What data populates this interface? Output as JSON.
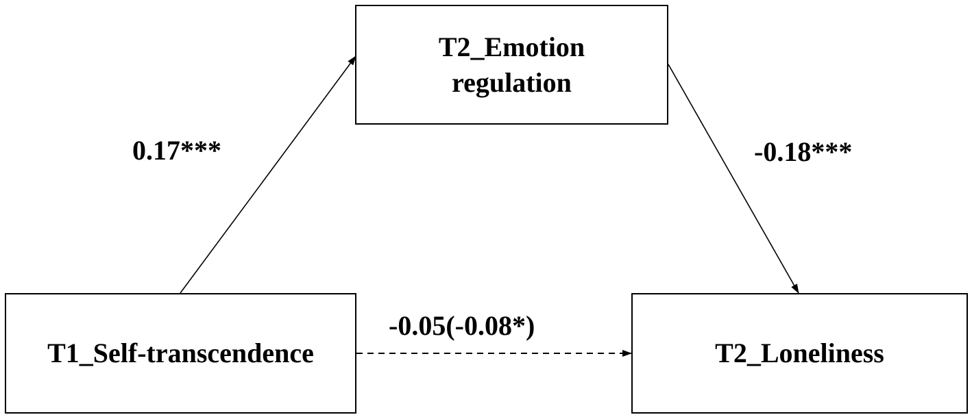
{
  "nodes": {
    "mediator": {
      "line1": "T2_Emotion",
      "line2": "regulation"
    },
    "predictor": {
      "label": "T1_Self-transcendence"
    },
    "outcome": {
      "label": "T2_Loneliness"
    }
  },
  "paths": {
    "a": {
      "label": "0.17***",
      "style": "solid"
    },
    "b": {
      "label": "-0.18***",
      "style": "solid"
    },
    "c": {
      "label": "-0.05(-0.08*)",
      "style": "dashed"
    }
  },
  "colors": {
    "line": "#000000",
    "background": "#ffffff"
  }
}
